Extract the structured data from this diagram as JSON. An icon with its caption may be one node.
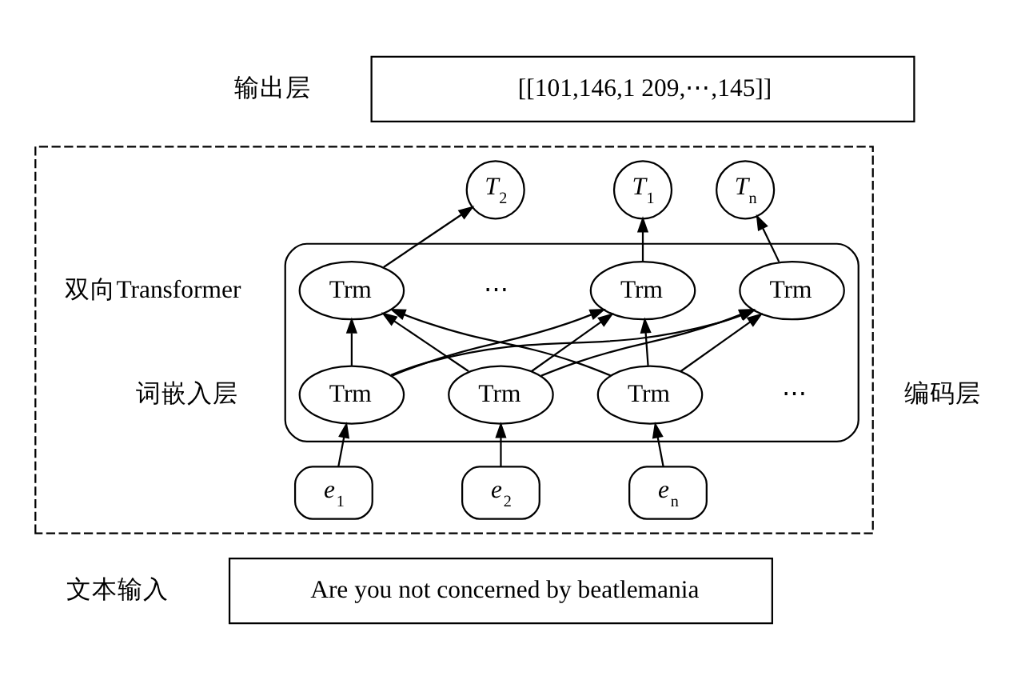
{
  "diagram": {
    "nodes": [
      {
        "text": [
          "[[101,146,1 209,⋯,145]]"
        ],
        "beside": [
          "输出层"
        ]
      },
      {
        "text": [],
        "shape": "box",
        "beside": [
          "编码层"
        ]
      },
      {
        "text": [
          "*T*$_{1}$"
        ],
        "in": 1
      },
      {
        "text": [
          "*T*$_{2}$"
        ],
        "in": 1
      },
      {
        "text": [
          "*T*$_{n}$"
        ],
        "in": 1
      },
      {
        "text": [],
        "shape": "box",
        "in": 1,
        "beside": [
          "双向Transformer"
        ]
      },
      {
        "text": [
          "Trm"
        ],
        "in": 5
      },
      {
        "text": [
          "Trm"
        ],
        "in": 5
      },
      {
        "text": [
          "Trm"
        ],
        "in": 5
      },
      {
        "text": [
          "Trm"
        ],
        "in": 5
      },
      {
        "text": [
          "Trm"
        ],
        "in": 5
      },
      {
        "text": [
          "Trm"
        ],
        "in": 5
      },
      {
        "text": [
          "*e*$_{1}$"
        ],
        "in": 1
      },
      {
        "text": [
          "*e*$_{2}$"
        ],
        "in": 1
      },
      {
        "text": [
          "*e*$_{n}$"
        ],
        "in": 1
      },
      {
        "text": [
          "Are you not concerned by beatlemania"
        ],
        "beside": [
          "文本输入"
        ]
      }
    ],
    "edges": [
      {
        "from": 6,
        "to": 2,
        "arrow": "to"
      },
      {
        "from": 7,
        "to": 3,
        "arrow": "to"
      },
      {
        "from": 8,
        "to": 4,
        "arrow": "to"
      },
      {
        "from": 9,
        "to": 6,
        "arrow": "to"
      },
      {
        "from": 9,
        "to": 7,
        "arrow": "to"
      },
      {
        "from": 9,
        "to": 8,
        "arrow": "to"
      },
      {
        "from": 10,
        "to": 6,
        "arrow": "to"
      },
      {
        "from": 10,
        "to": 7,
        "arrow": "to"
      },
      {
        "from": 10,
        "to": 8,
        "arrow": "to"
      },
      {
        "from": 11,
        "to": 6,
        "arrow": "to"
      },
      {
        "from": 11,
        "to": 7,
        "arrow": "to"
      },
      {
        "from": 11,
        "to": 8,
        "arrow": "to"
      },
      {
        "from": 12,
        "to": 9,
        "arrow": "to"
      },
      {
        "from": 13,
        "to": 10,
        "arrow": "to"
      },
      {
        "from": 14,
        "to": 11,
        "arrow": "to"
      }
    ],
    "labels": [
      "⋯",
      "⋯",
      "词嵌入层"
    ]
  }
}
